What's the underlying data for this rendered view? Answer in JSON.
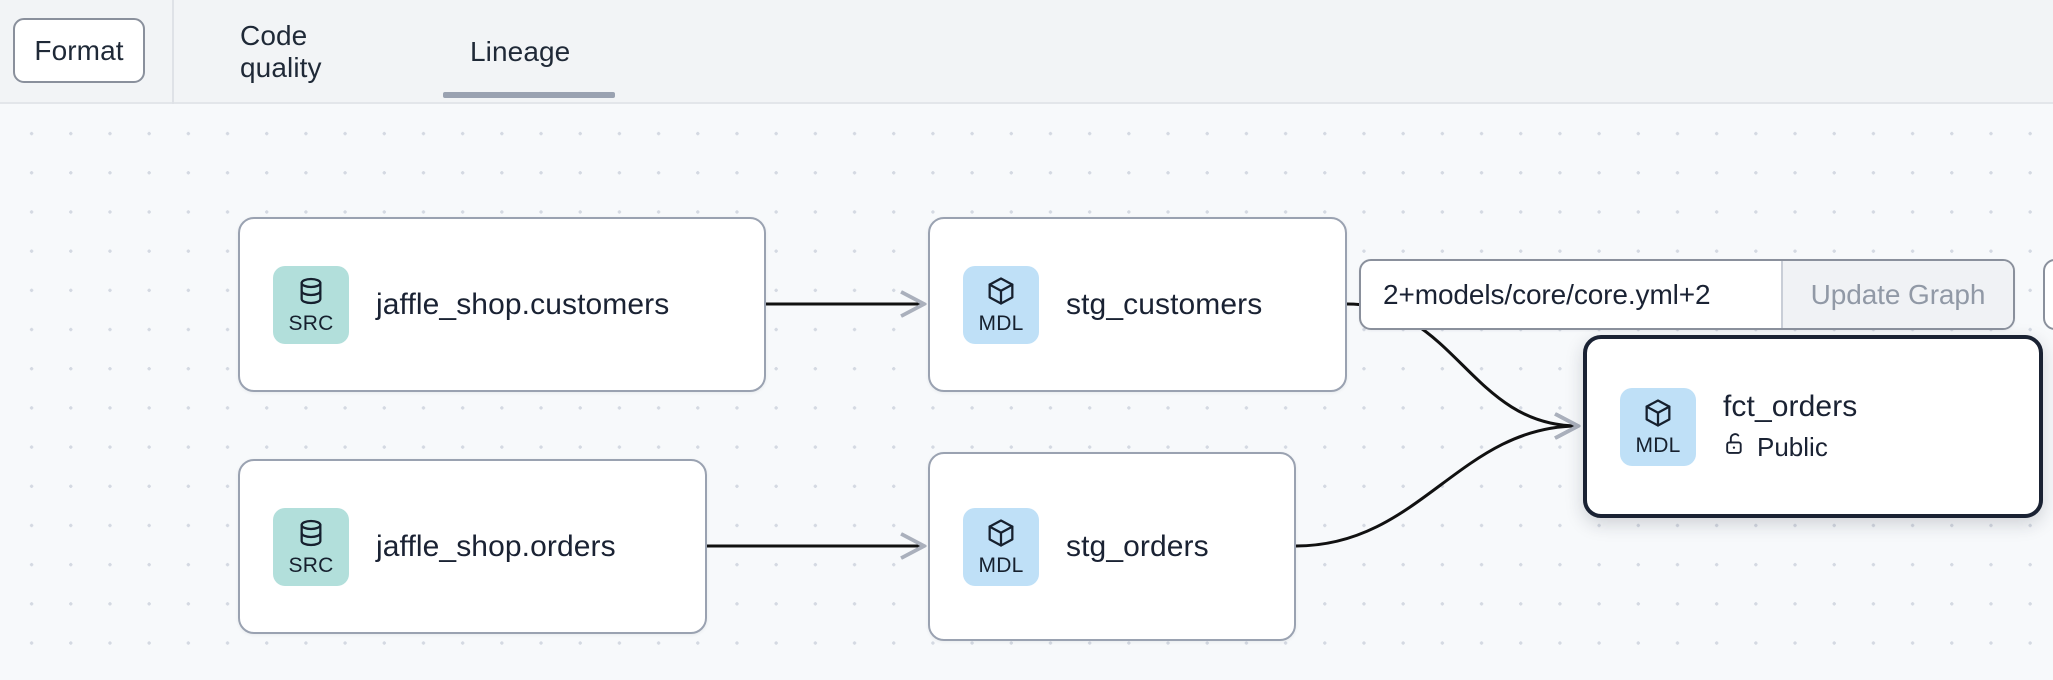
{
  "toolbar": {
    "format_label": "Format",
    "tabs": [
      {
        "label": "Code quality",
        "active": false
      },
      {
        "label": "Lineage",
        "active": true
      }
    ]
  },
  "filter": {
    "value": "2+models/core/core.yml+2",
    "placeholder": "2+models/core/core.yml+2",
    "update_button_label": "Update Graph"
  },
  "graph": {
    "nodes": [
      {
        "id": "jaffle_shop_customers",
        "badge_text": "SRC",
        "badge_icon": "database-icon",
        "title": "jaffle_shop.customers",
        "subtitle": null,
        "selected": false
      },
      {
        "id": "stg_customers",
        "badge_text": "MDL",
        "badge_icon": "cube-icon",
        "title": "stg_customers",
        "subtitle": null,
        "selected": false
      },
      {
        "id": "jaffle_shop_orders",
        "badge_text": "SRC",
        "badge_icon": "database-icon",
        "title": "jaffle_shop.orders",
        "subtitle": null,
        "selected": false
      },
      {
        "id": "stg_orders",
        "badge_text": "MDL",
        "badge_icon": "cube-icon",
        "title": "stg_orders",
        "subtitle": null,
        "selected": false
      },
      {
        "id": "fct_orders",
        "badge_text": "MDL",
        "badge_icon": "cube-icon",
        "title": "fct_orders",
        "subtitle": "Public",
        "subtitle_icon": "unlock-icon",
        "selected": true
      }
    ],
    "edges": [
      {
        "from": "jaffle_shop_customers",
        "to": "stg_customers"
      },
      {
        "from": "jaffle_shop_orders",
        "to": "stg_orders"
      },
      {
        "from": "stg_customers",
        "to": "fct_orders"
      },
      {
        "from": "stg_orders",
        "to": "fct_orders"
      }
    ]
  },
  "colors": {
    "src_badge": "#b2dfdb",
    "mdl_badge": "#bfe0f7",
    "canvas_bg": "#f7f9fb",
    "toolbar_bg": "#f2f4f6",
    "node_border": "#9aa2b1",
    "selected_border": "#1a2233",
    "tab_underline": "#9aa2b1",
    "edge": "#111111"
  }
}
